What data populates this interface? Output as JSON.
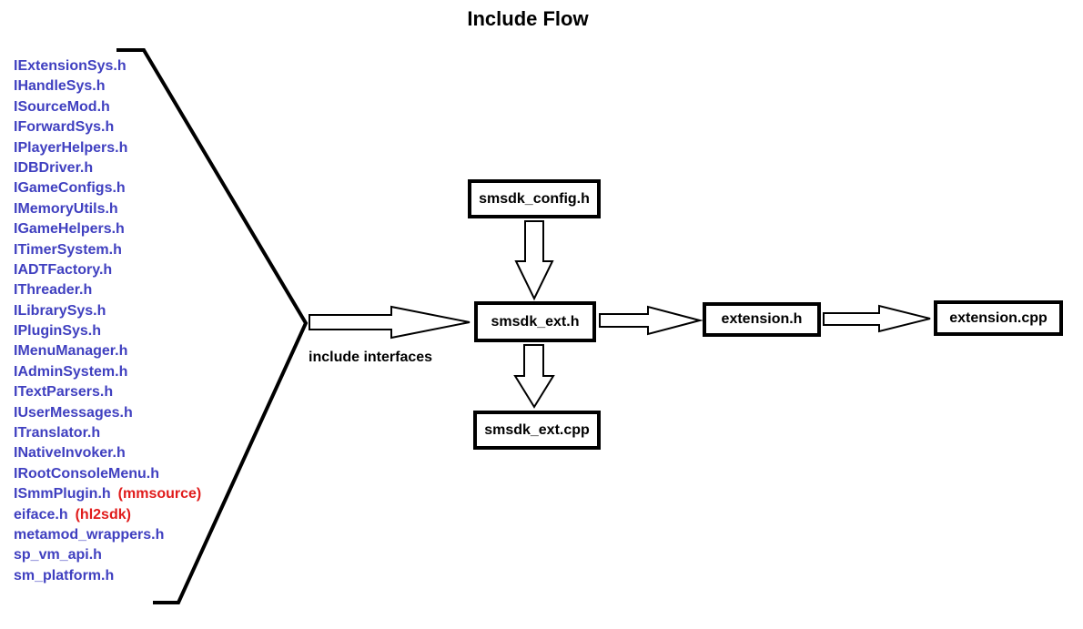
{
  "title": "Include Flow",
  "include_files": [
    {
      "name": "IExtensionSys.h",
      "tag": ""
    },
    {
      "name": "IHandleSys.h",
      "tag": ""
    },
    {
      "name": "ISourceMod.h",
      "tag": ""
    },
    {
      "name": "IForwardSys.h",
      "tag": ""
    },
    {
      "name": "IPlayerHelpers.h",
      "tag": ""
    },
    {
      "name": "IDBDriver.h",
      "tag": ""
    },
    {
      "name": "IGameConfigs.h",
      "tag": ""
    },
    {
      "name": "IMemoryUtils.h",
      "tag": ""
    },
    {
      "name": "IGameHelpers.h",
      "tag": ""
    },
    {
      "name": "ITimerSystem.h",
      "tag": ""
    },
    {
      "name": "IADTFactory.h",
      "tag": ""
    },
    {
      "name": "IThreader.h",
      "tag": ""
    },
    {
      "name": "ILibrarySys.h",
      "tag": ""
    },
    {
      "name": "IPluginSys.h",
      "tag": ""
    },
    {
      "name": "IMenuManager.h",
      "tag": ""
    },
    {
      "name": "IAdminSystem.h",
      "tag": ""
    },
    {
      "name": "ITextParsers.h",
      "tag": ""
    },
    {
      "name": "IUserMessages.h",
      "tag": ""
    },
    {
      "name": "ITranslator.h",
      "tag": ""
    },
    {
      "name": "INativeInvoker.h",
      "tag": ""
    },
    {
      "name": "IRootConsoleMenu.h",
      "tag": ""
    },
    {
      "name": "ISmmPlugin.h",
      "tag": "(mmsource)"
    },
    {
      "name": "eiface.h",
      "tag": "(hl2sdk)"
    },
    {
      "name": "metamod_wrappers.h",
      "tag": ""
    },
    {
      "name": "sp_vm_api.h",
      "tag": ""
    },
    {
      "name": "sm_platform.h",
      "tag": ""
    }
  ],
  "arrow_label": "include interfaces",
  "boxes": {
    "config": "smsdk_config.h",
    "ext_h": "smsdk_ext.h",
    "ext_cpp": "smsdk_ext.cpp",
    "extension_h": "extension.h",
    "extension_cpp": "extension.cpp"
  },
  "colors": {
    "file_text": "#4040c0",
    "tag_text": "#e01b1b",
    "stroke": "#000000"
  }
}
